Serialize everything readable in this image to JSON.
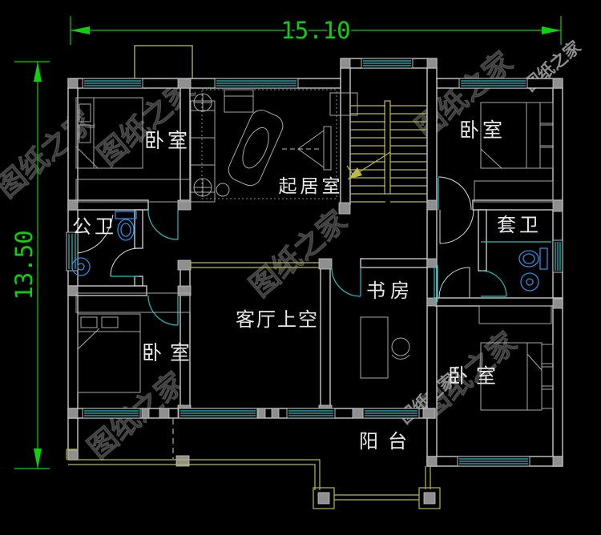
{
  "dimensions": {
    "top": {
      "label": "15.10"
    },
    "left": {
      "label": "13.50"
    }
  },
  "watermark": {
    "text": "图纸之家"
  },
  "rooms": [
    {
      "id": "bedroom-top-left",
      "label": "卧室"
    },
    {
      "id": "living-room",
      "label": "起居室"
    },
    {
      "id": "bedroom-top-right",
      "label": "卧室"
    },
    {
      "id": "bath-public",
      "label": "公卫"
    },
    {
      "id": "bath-ensuite",
      "label": "套卫"
    },
    {
      "id": "living-void",
      "label": "客厅上空"
    },
    {
      "id": "study",
      "label": "书房"
    },
    {
      "id": "bedroom-bottom-left",
      "label": "卧室"
    },
    {
      "id": "bedroom-bottom-right",
      "label": "卧室"
    },
    {
      "id": "balcony",
      "label": "阳台"
    }
  ],
  "colors": {
    "background": "#000000",
    "wall": "#d6d6d6",
    "column": "#8f8f8f",
    "window": "#1fc3c3",
    "door": "#1fc3c3",
    "dimension": "#0bd20b",
    "stairs": "#b9b94e",
    "balcony_rail": "#b9b94e",
    "fixture_blue": "#2b8fe0",
    "furniture": "#a9a9a9",
    "label": "#e8e8e8",
    "watermark_dark": "#353535",
    "watermark_light": "#8d8d8d"
  }
}
